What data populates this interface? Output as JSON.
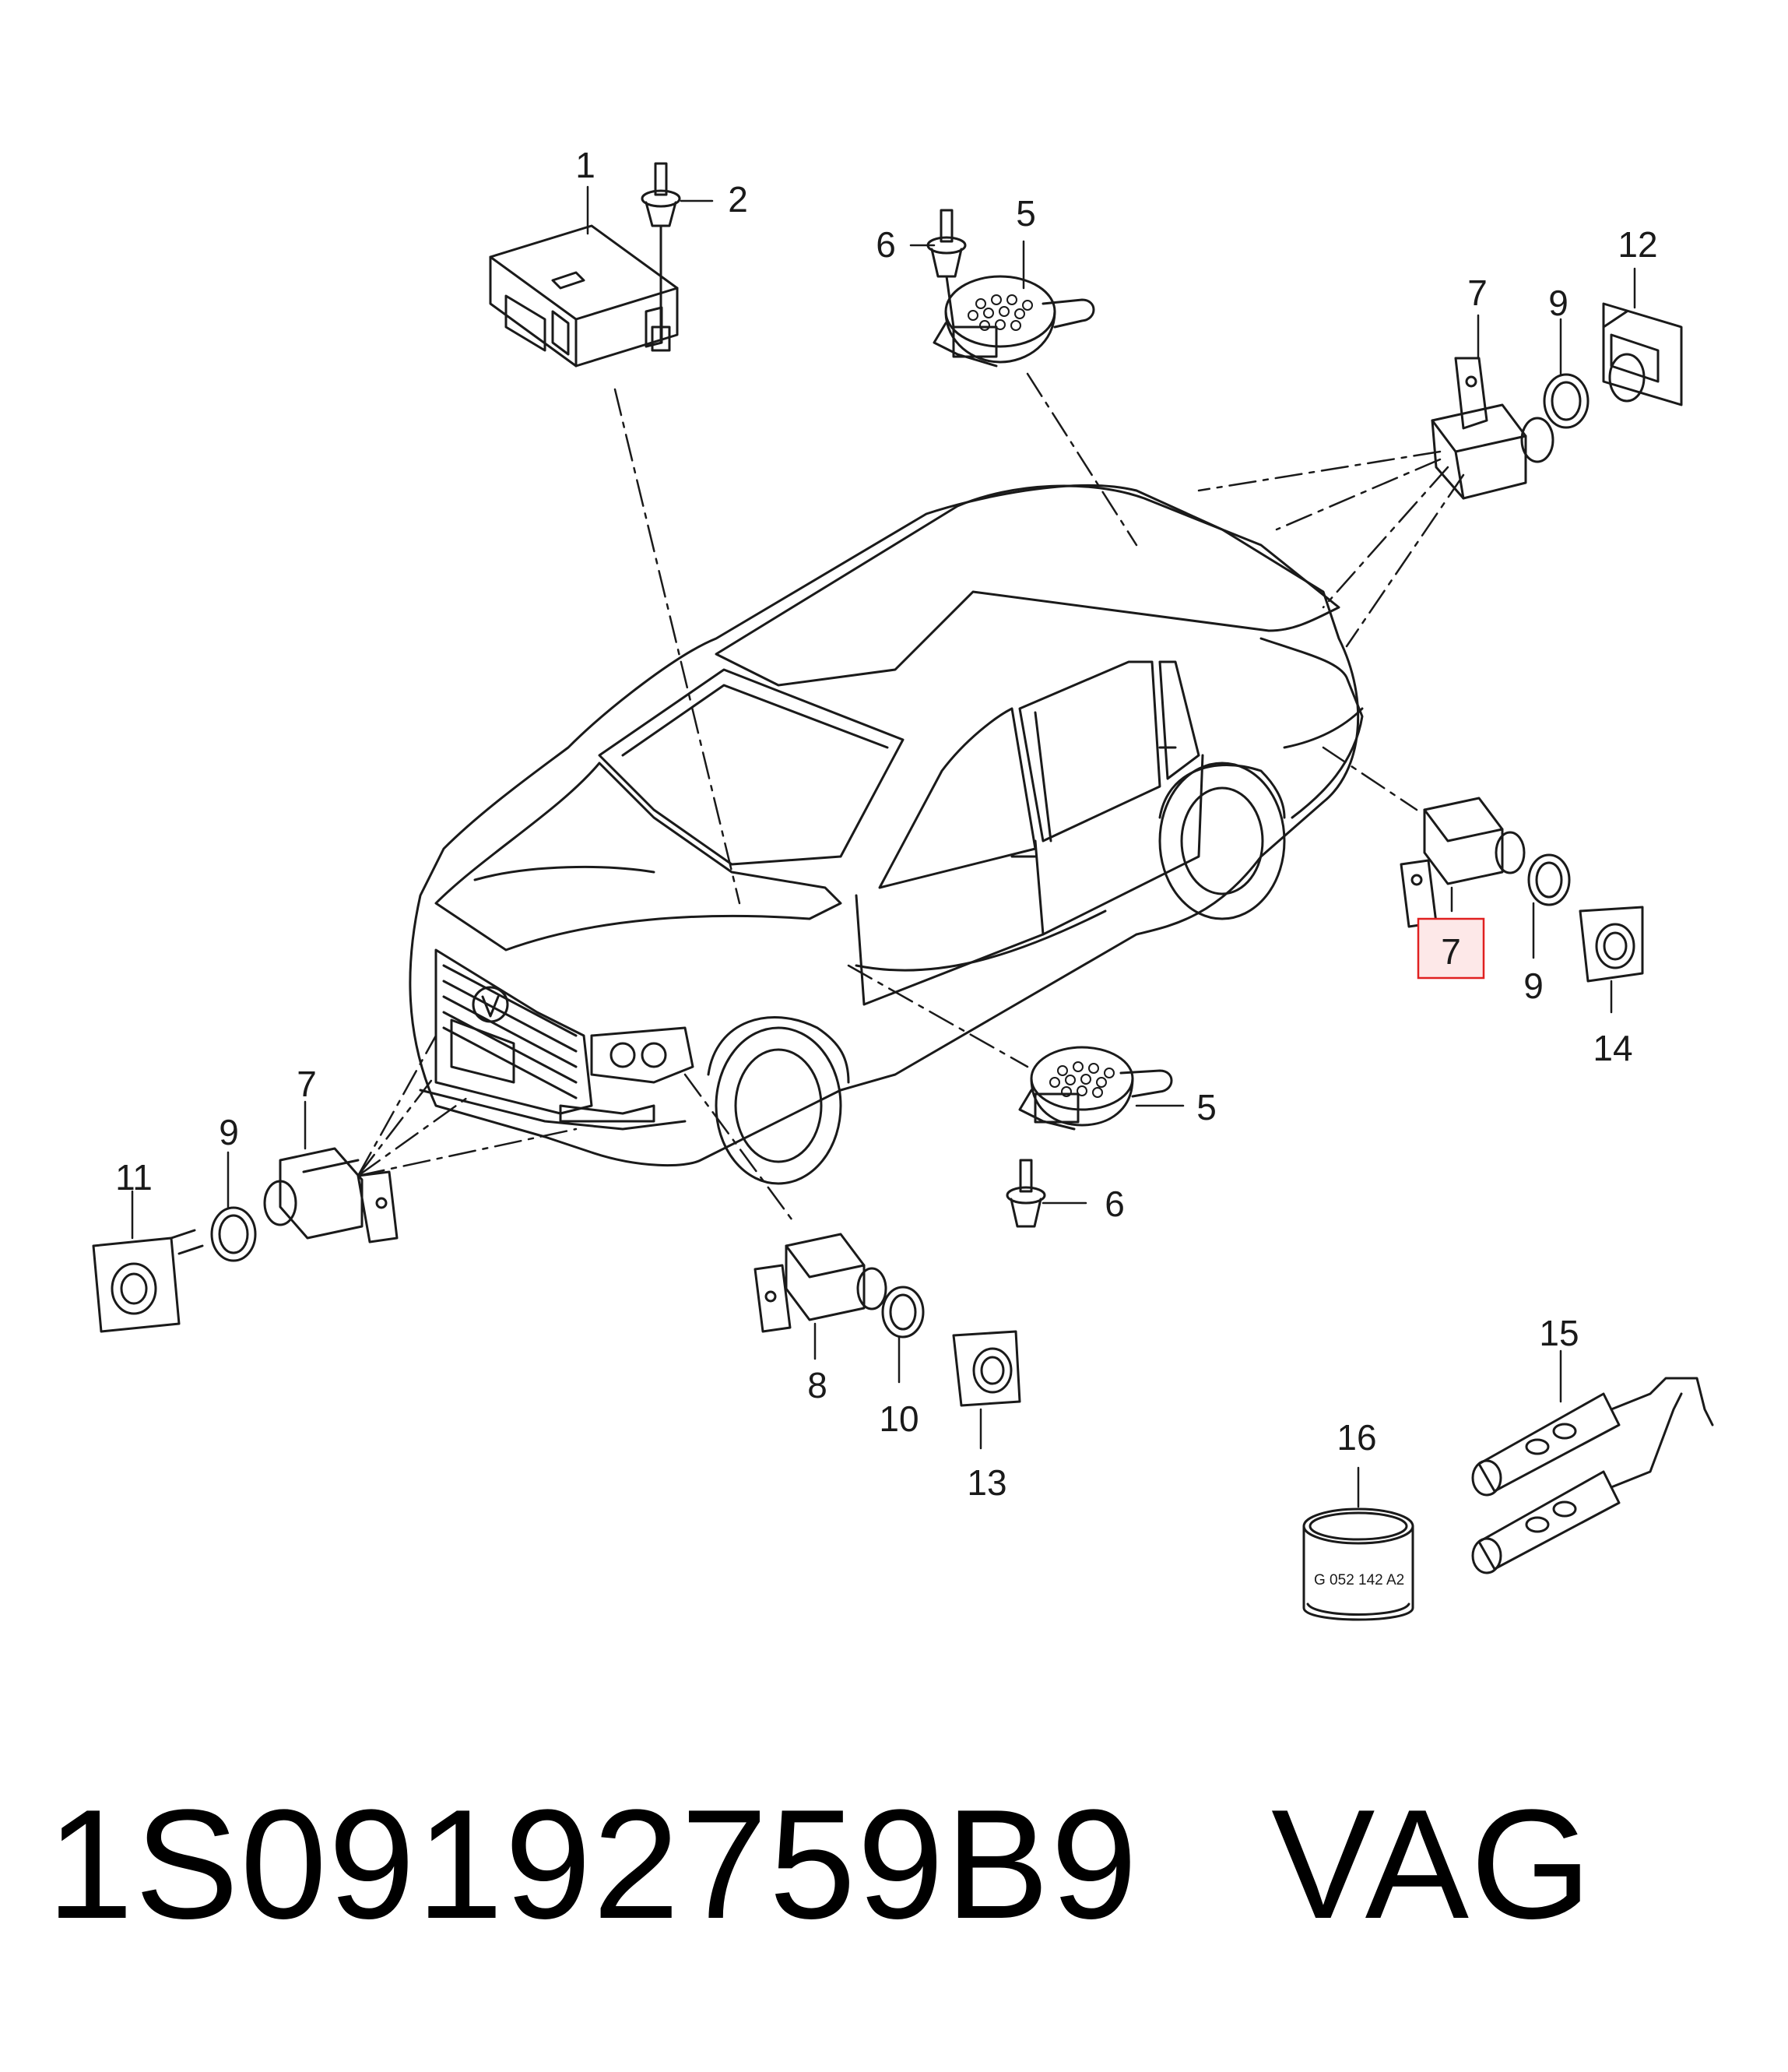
{
  "diagram": {
    "callouts": {
      "c1": "1",
      "c2": "2",
      "c5a": "5",
      "c6a": "6",
      "c7a": "7",
      "c9a": "9",
      "c12": "12",
      "c7b": "7",
      "c9b": "9",
      "c14": "14",
      "c5b": "5",
      "c6b": "6",
      "c11": "11",
      "c9c": "9",
      "c7c": "7",
      "c8": "8",
      "c10": "10",
      "c13": "13",
      "c15": "15",
      "c16": "16"
    },
    "highlight_color": "#e02020",
    "part_marking": "G 052 142 A2"
  },
  "footer": {
    "part_number": "1S09192759B9",
    "brand": "VAG"
  }
}
